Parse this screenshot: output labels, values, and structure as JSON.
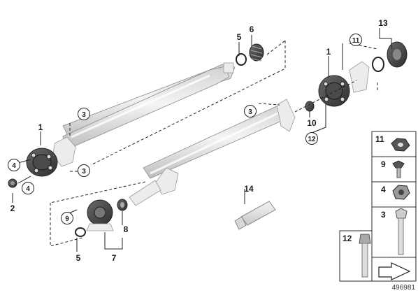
{
  "diagram_id": "496981",
  "callouts": {
    "c1a": "1",
    "c2": "2",
    "c3a": "3",
    "c3b": "3",
    "c3c": "3",
    "c4a": "4",
    "c4b": "4",
    "c5a": "5",
    "c6": "6",
    "c5b": "5",
    "c7": "7",
    "c8": "8",
    "c9": "9",
    "c1b": "1",
    "c11": "11",
    "c13": "13",
    "c10": "10",
    "c12": "12",
    "c14": "14"
  },
  "legend": {
    "l11": "11",
    "l9": "9",
    "l4": "4",
    "l3": "3",
    "l12": "12"
  }
}
